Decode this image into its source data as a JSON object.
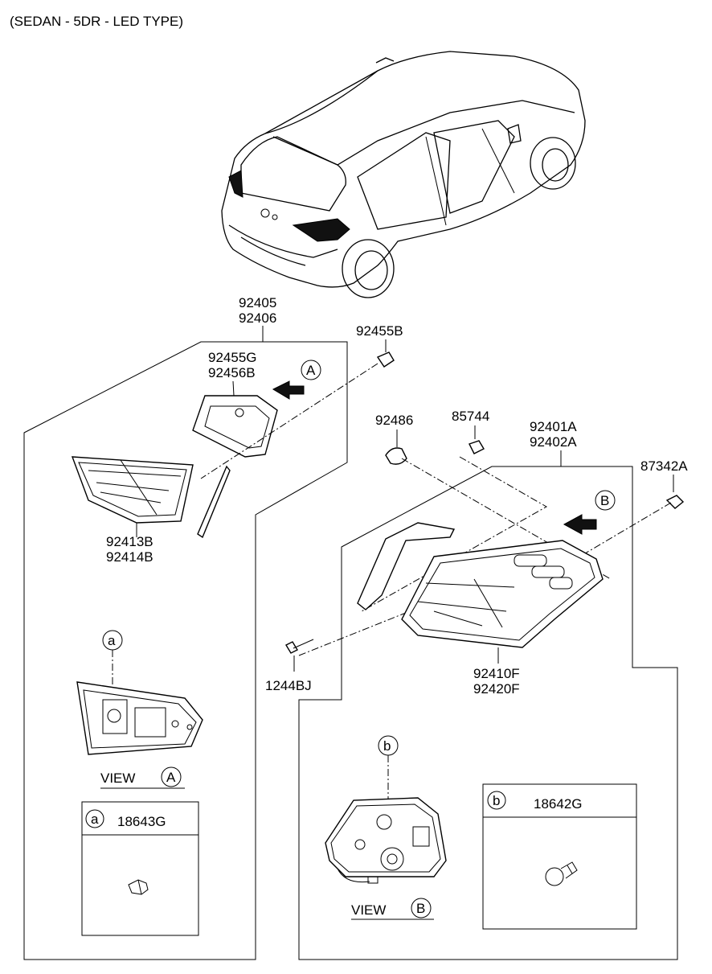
{
  "header": {
    "title": "(SEDAN - 5DR - LED TYPE)"
  },
  "parts": {
    "p92405": "92405",
    "p92406": "92406",
    "p92455B": "92455B",
    "p92455G": "92455G",
    "p92456B": "92456B",
    "p92413B": "92413B",
    "p92414B": "92414B",
    "p92486": "92486",
    "p85744": "85744",
    "p92401A": "92401A",
    "p92402A": "92402A",
    "p87342A": "87342A",
    "p1244BJ": "1244BJ",
    "p92410F": "92410F",
    "p92420F": "92420F"
  },
  "views": {
    "view_a": {
      "label": "VIEW",
      "letter": "A"
    },
    "view_b": {
      "label": "VIEW",
      "letter": "B"
    }
  },
  "markers": {
    "a": "a",
    "b": "b"
  },
  "bulbs": {
    "a": {
      "marker": "a",
      "part": "18643G"
    },
    "b": {
      "marker": "b",
      "part": "18642G"
    }
  },
  "arrows": {
    "a": "A",
    "b": "B"
  }
}
